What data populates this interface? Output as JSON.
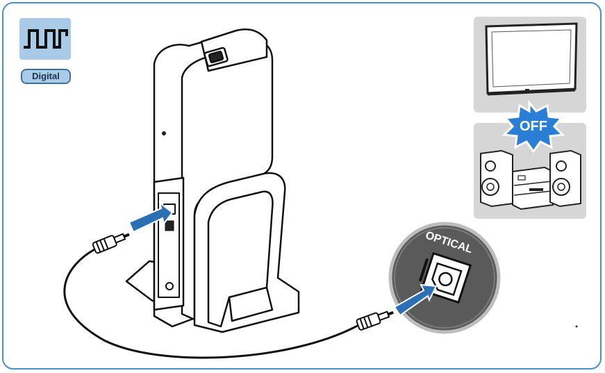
{
  "badge": {
    "digital_label": "Digital"
  },
  "burst": {
    "off_label": "OFF"
  },
  "port": {
    "optical_label": "OPTICAL"
  },
  "colors": {
    "frame_border": "#4a90c8",
    "badge_fill": "#a9cbe8",
    "arrow_blue": "#2b6fb5",
    "burst_blue": "#2a7fd4",
    "panel_gray": "#d6d6d6",
    "port_circle": "#5a5a5a"
  },
  "icons": {
    "signal": "square-wave-icon",
    "tv": "tv-icon",
    "audio": "stereo-system-icon",
    "cable": "optical-cable-icon"
  }
}
